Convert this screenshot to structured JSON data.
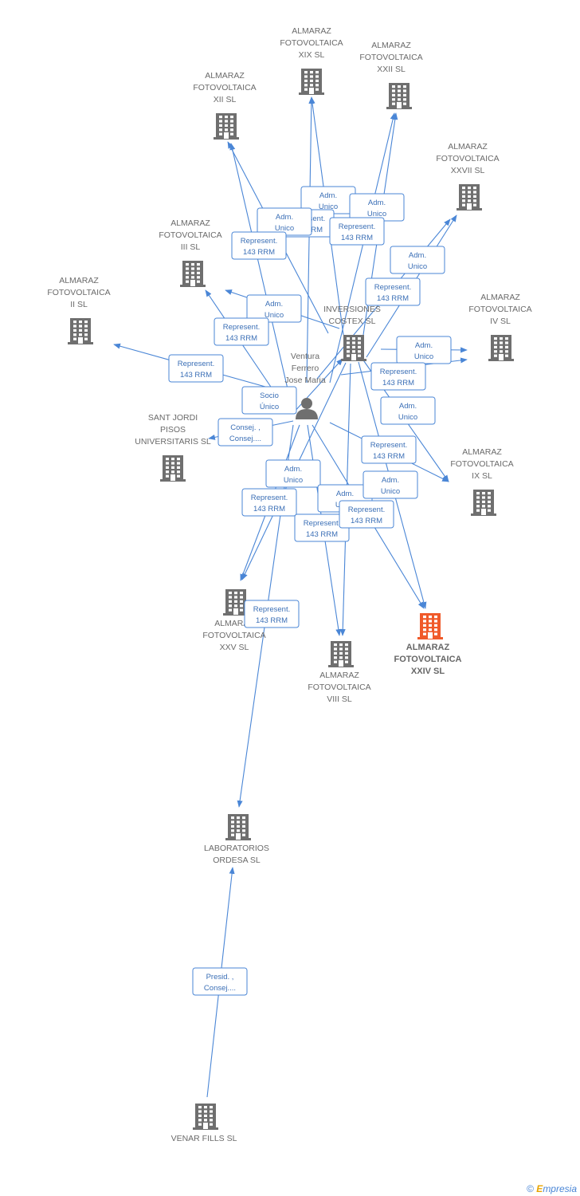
{
  "colors": {
    "edge": "#4a86d6",
    "building": "#6f6f6f",
    "focus_building": "#f05a2a",
    "person": "#6f6f6f"
  },
  "nodes": [
    {
      "id": "xix",
      "kind": "company",
      "lines": [
        "ALMARAZ",
        "FOTOVOLTAICA",
        "XIX SL"
      ]
    },
    {
      "id": "xxii",
      "kind": "company",
      "lines": [
        "ALMARAZ",
        "FOTOVOLTAICA",
        "XXII SL"
      ]
    },
    {
      "id": "xii",
      "kind": "company",
      "lines": [
        "ALMARAZ",
        "FOTOVOLTAICA",
        "XII SL"
      ]
    },
    {
      "id": "xxvii",
      "kind": "company",
      "lines": [
        "ALMARAZ",
        "FOTOVOLTAICA",
        "XXVII SL"
      ]
    },
    {
      "id": "iii",
      "kind": "company",
      "lines": [
        "ALMARAZ",
        "FOTOVOLTAICA",
        "III SL"
      ]
    },
    {
      "id": "ii",
      "kind": "company",
      "lines": [
        "ALMARAZ",
        "FOTOVOLTAICA",
        "II SL"
      ]
    },
    {
      "id": "iv",
      "kind": "company",
      "lines": [
        "ALMARAZ",
        "FOTOVOLTAICA",
        "IV SL"
      ]
    },
    {
      "id": "costex",
      "kind": "company",
      "lines": [
        "INVERSIONES",
        "COSTEX SL"
      ]
    },
    {
      "id": "ventura",
      "kind": "person",
      "lines": [
        "Ventura",
        "Ferrero",
        "Jose Maria"
      ]
    },
    {
      "id": "santjordi",
      "kind": "company",
      "lines": [
        "SANT JORDI",
        "PISOS",
        "UNIVERSITARIS SL"
      ]
    },
    {
      "id": "ix",
      "kind": "company",
      "lines": [
        "ALMARAZ",
        "FOTOVOLTAICA",
        "IX SL"
      ]
    },
    {
      "id": "xxv",
      "kind": "company",
      "lines": [
        "ALMARAZ",
        "FOTOVOLTAICA",
        "XXV SL"
      ]
    },
    {
      "id": "viii",
      "kind": "company",
      "lines": [
        "ALMARAZ",
        "FOTOVOLTAICA",
        "VIII SL"
      ]
    },
    {
      "id": "xxiv",
      "kind": "focus",
      "lines": [
        "ALMARAZ",
        "FOTOVOLTAICA",
        "XXIV SL"
      ]
    },
    {
      "id": "ordesa",
      "kind": "company",
      "lines": [
        "LABORATORIOS",
        "ORDESA SL"
      ]
    },
    {
      "id": "venar",
      "kind": "company",
      "lines": [
        "VENAR FILLS SL"
      ]
    }
  ],
  "edges": [
    {
      "from": "ventura",
      "to": "xix",
      "lines": [
        "Adm.",
        "Unico"
      ]
    },
    {
      "from": "costex",
      "to": "xix",
      "lines": [
        "Represent.",
        "143 RRM"
      ]
    },
    {
      "from": "ventura",
      "to": "xxii",
      "lines": [
        "Adm.",
        "Unico"
      ]
    },
    {
      "from": "costex",
      "to": "xxii",
      "lines": [
        "Represent.",
        "143 RRM"
      ]
    },
    {
      "from": "ventura",
      "to": "xii",
      "lines": [
        "Adm.",
        "Unico"
      ]
    },
    {
      "from": "costex",
      "to": "xii",
      "lines": [
        "Represent.",
        "143 RRM"
      ]
    },
    {
      "from": "costex",
      "to": "xxvii",
      "lines": [
        "Adm.",
        "Unico"
      ]
    },
    {
      "from": "ventura",
      "to": "xxvii",
      "lines": [
        "Represent.",
        "143 RRM"
      ]
    },
    {
      "from": "ventura",
      "to": "iii",
      "lines": [
        "Adm.",
        "Unico"
      ]
    },
    {
      "from": "costex",
      "to": "iii",
      "lines": [
        "Represent.",
        "143 RRM"
      ]
    },
    {
      "from": "ventura",
      "to": "ii",
      "lines": [
        "Represent.",
        "143 RRM"
      ]
    },
    {
      "from": "costex",
      "to": "iv",
      "lines": [
        "Adm.",
        "Unico"
      ]
    },
    {
      "from": "ventura",
      "to": "iv",
      "lines": [
        "Represent.",
        "143 RRM"
      ]
    },
    {
      "from": "ventura",
      "to": "costex",
      "lines": [
        "Socio",
        "Único"
      ]
    },
    {
      "from": "ventura",
      "to": "santjordi",
      "lines": [
        "Consej. ,",
        "Consej...."
      ]
    },
    {
      "from": "costex",
      "to": "ix",
      "lines": [
        "Adm.",
        "Unico"
      ]
    },
    {
      "from": "ventura",
      "to": "ix",
      "lines": [
        "Represent.",
        "143 RRM"
      ]
    },
    {
      "from": "costex",
      "to": "xxv",
      "lines": [
        "Adm.",
        "Unico"
      ]
    },
    {
      "from": "ventura",
      "to": "xxv",
      "lines": [
        "Represent.",
        "143 RRM"
      ]
    },
    {
      "from": "costex",
      "to": "viii",
      "lines": [
        "Adm.",
        "Unico"
      ]
    },
    {
      "from": "ventura",
      "to": "viii",
      "lines": [
        "Represent.",
        "143 RRM"
      ]
    },
    {
      "from": "costex",
      "to": "xxiv",
      "lines": [
        "Adm.",
        "Unico"
      ]
    },
    {
      "from": "ventura",
      "to": "xxiv",
      "lines": [
        "Represent.",
        "143 RRM"
      ]
    },
    {
      "from": "ventura",
      "to": "ordesa",
      "lines": [
        "Represent.",
        "143 RRM"
      ]
    },
    {
      "from": "venar",
      "to": "ordesa",
      "lines": [
        "Presid. ,",
        "Consej...."
      ]
    }
  ],
  "footer": {
    "copyright": "©",
    "brand_first": "E",
    "brand_rest": "mpresia"
  }
}
